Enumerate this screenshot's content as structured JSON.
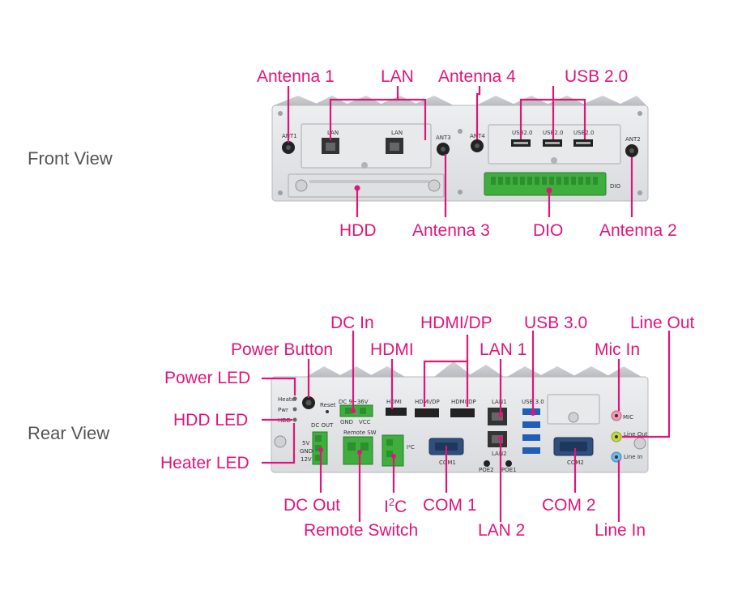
{
  "front": {
    "title": "Front View",
    "labels": {
      "antenna1": "Antenna 1",
      "lan": "LAN",
      "antenna4": "Antenna 4",
      "usb20": "USB 2.0",
      "hdd": "HDD",
      "antenna3": "Antenna 3",
      "dio": "DIO",
      "antenna2": "Antenna 2"
    },
    "panel_text": {
      "ant1": "ANT1",
      "lan_a": "LAN",
      "lan_b": "LAN",
      "ant3": "ANT3",
      "ant4": "ANT4",
      "usb_a": "USB2.0",
      "usb_b": "USB2.0",
      "usb_c": "USB2.0",
      "ant2": "ANT2",
      "dio": "DIO"
    }
  },
  "rear": {
    "title": "Rear View",
    "labels": {
      "dc_in": "DC In",
      "hdmi_dp": "HDMI/DP",
      "usb30": "USB 3.0",
      "line_out": "Line Out",
      "power_button": "Power Button",
      "hdmi": "HDMI",
      "lan1": "LAN 1",
      "mic_in": "Mic In",
      "power_led": "Power LED",
      "hdd_led": "HDD LED",
      "heater_led": "Heater LED",
      "dc_out": "DC Out",
      "remote_switch": "Remote Switch",
      "i2c_prefix": "I",
      "i2c_sup": "2",
      "i2c_suffix": "C",
      "com1": "COM 1",
      "com2": "COM 2",
      "lan2": "LAN 2",
      "line_in": "Line In"
    },
    "panel_text": {
      "heater": "Heater",
      "pwr": "Pwr",
      "hdd": "HDD",
      "reset": "Reset",
      "dc_out": "DC OUT",
      "v5": "5V",
      "gnd": "GND",
      "v12": "12V",
      "dc_in_range": "DC 9~36V",
      "gnd2": "GND",
      "vcc": "VCC",
      "remote_sw": "Remote SW",
      "hdmi": "HDMI",
      "hdmi_dp_a": "HDMI/DP",
      "hdmi_dp_b": "HDMI/DP",
      "i2c": "I²C",
      "com1": "COM1",
      "lan1": "LAN1",
      "lan2": "LAN2",
      "poe2": "POE2",
      "poe1": "POE1",
      "usb30": "USB 3.0",
      "com2": "COM2",
      "mic": "MIC",
      "line_out": "Line Out",
      "line_in": "Line In"
    }
  },
  "colors": {
    "accent": "#e0157a",
    "title_gray": "#555555",
    "chassis": "#e4e5e7",
    "terminal_green": "#3fae3f"
  }
}
